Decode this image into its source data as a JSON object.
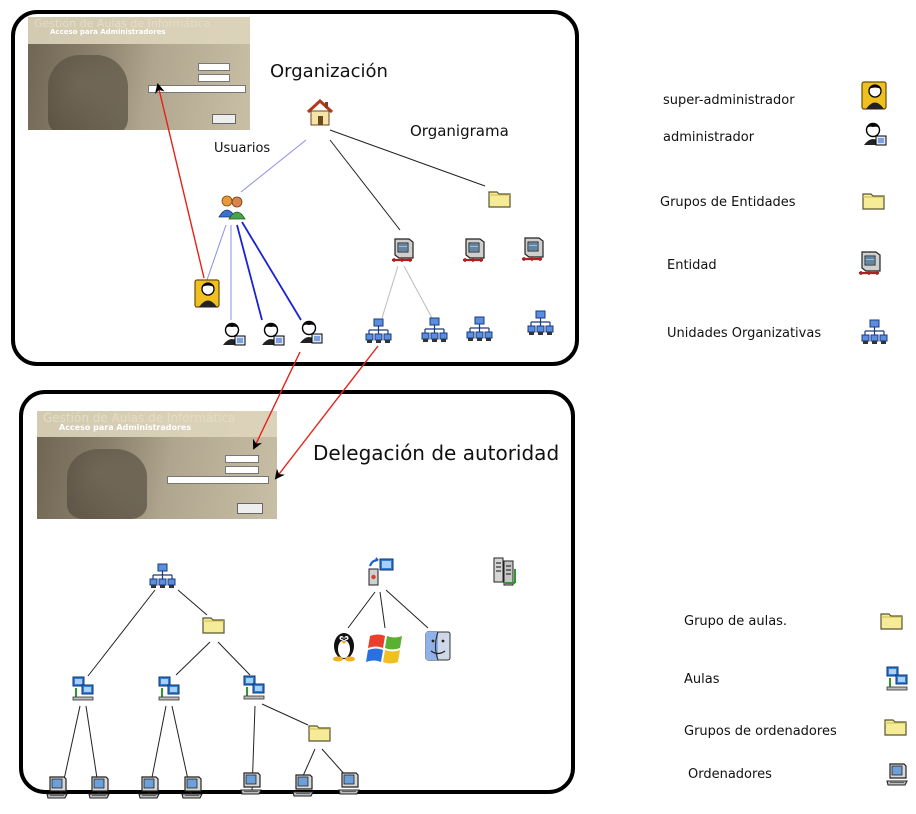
{
  "top_panel": {
    "title": "Organización",
    "usuarios_label": "Usuarios",
    "organigrama_label": "Organigrama"
  },
  "bottom_panel": {
    "title": "Delegación de autoridad"
  },
  "login_screen": {
    "title": "Gestión de Aulas de Informática",
    "subtitle": "Acceso para Administradores"
  },
  "legend_top": {
    "items": [
      {
        "label": "super-administrador",
        "icon": "super-admin-icon"
      },
      {
        "label": "administrador",
        "icon": "admin-icon"
      },
      {
        "label": "Grupos de Entidades",
        "icon": "folder-icon"
      },
      {
        "label": "Entidad",
        "icon": "entity-server-icon"
      },
      {
        "label": "Unidades Organizativas",
        "icon": "org-unit-network-icon"
      }
    ]
  },
  "legend_bottom": {
    "items": [
      {
        "label": "Grupo de aulas.",
        "icon": "folder-icon"
      },
      {
        "label": "Aulas",
        "icon": "classroom-network-icon"
      },
      {
        "label": "Grupos de ordenadores",
        "icon": "folder-icon"
      },
      {
        "label": "Ordenadores",
        "icon": "computer-icon"
      }
    ]
  },
  "colors": {
    "arrow": "#e8201a",
    "user_link_light": "#8d8dea",
    "user_link_strong": "#1a22d6",
    "panel_border": "#000000",
    "folder": "#f3e68a"
  }
}
